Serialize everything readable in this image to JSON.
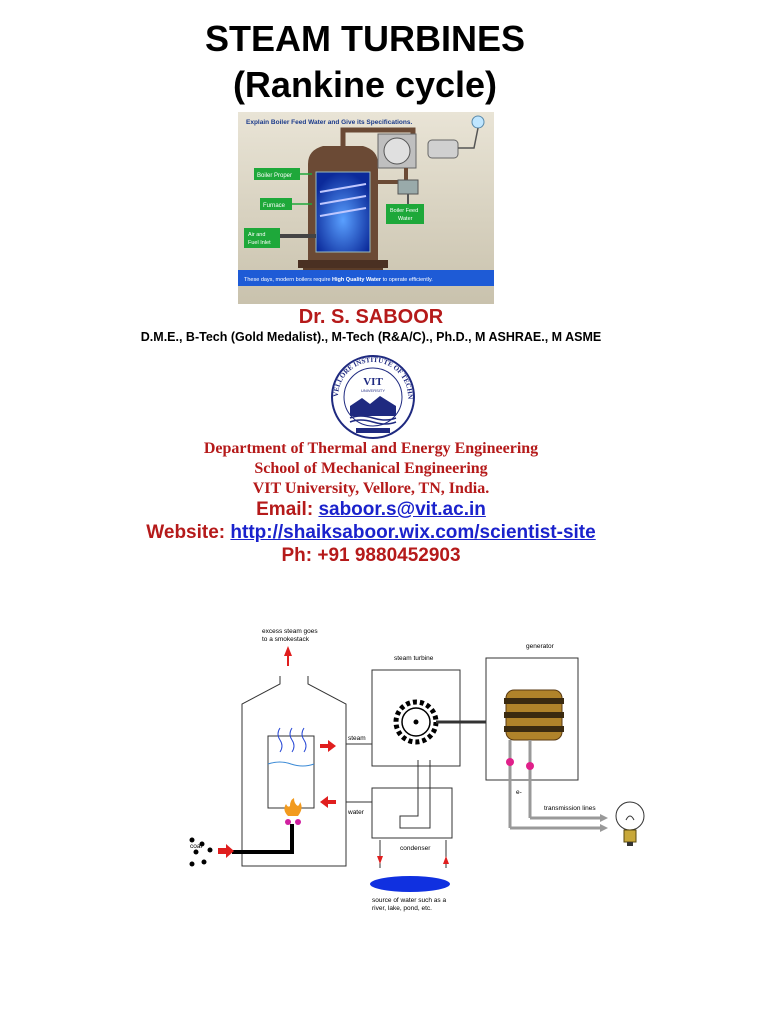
{
  "title_line1": "STEAM TURBINES",
  "title_line2": "(Rankine cycle)",
  "boiler_image": {
    "header": "Explain Boiler Feed Water and Give its Specifications.",
    "label_boiler_proper": "Boiler Proper",
    "label_furnace": "Furnace",
    "label_air_fuel_1": "Air and",
    "label_air_fuel_2": "Fuel Inlet",
    "label_feed_water_1": "Boiler Feed",
    "label_feed_water_2": "Water",
    "caption_pre": "These days, modern boilers require ",
    "caption_bold": "High Quality Water",
    "caption_post": " to operate efficiently."
  },
  "author": "Dr. S. SABOOR",
  "qualifications": "D.M.E., B-Tech (Gold Medalist)., M-Tech (R&A/C)., Ph.D., M ASHRAE., M ASME",
  "logo": {
    "name": "VIT",
    "subtitle": "UNIVERSITY",
    "ring_text": "VELLORE INSTITUTE OF TECHNOLOGY"
  },
  "department": "Department of Thermal and Energy Engineering",
  "school": "School of Mechanical Engineering",
  "university": "VIT University, Vellore, TN, India.",
  "email_label": "Email: ",
  "email": "saboor.s@vit.ac.in",
  "website_label": "Website: ",
  "website": "http://shaiksaboor.wix.com/scientist-site",
  "phone": "Ph: +91 9880452903",
  "diagram": {
    "excess_steam_1": "excess steam goes",
    "excess_steam_2": "to a smokestack",
    "steam_turbine": "steam turbine",
    "generator": "generator",
    "steam": "steam",
    "water": "water",
    "coal": "coal",
    "condenser": "condenser",
    "electrons": "e-",
    "transmission_lines": "transmission lines",
    "water_source_1": "source of water such as a",
    "water_source_2": "river, lake, pond, etc."
  },
  "colors": {
    "heading_red": "#b51a1a",
    "link_blue": "#1a22cc",
    "arrow_red": "#e01e1e",
    "water_blue": "#1030e0"
  }
}
